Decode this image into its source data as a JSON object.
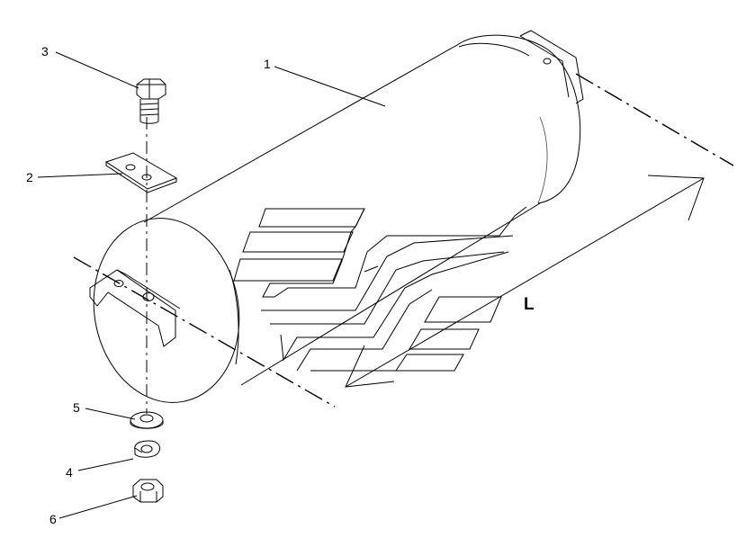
{
  "diagram": {
    "callouts": [
      {
        "id": "1",
        "label": "1"
      },
      {
        "id": "2",
        "label": "2"
      },
      {
        "id": "3",
        "label": "3"
      },
      {
        "id": "4",
        "label": "4"
      },
      {
        "id": "5",
        "label": "5"
      },
      {
        "id": "6",
        "label": "6"
      }
    ],
    "dimension_label": "L"
  }
}
